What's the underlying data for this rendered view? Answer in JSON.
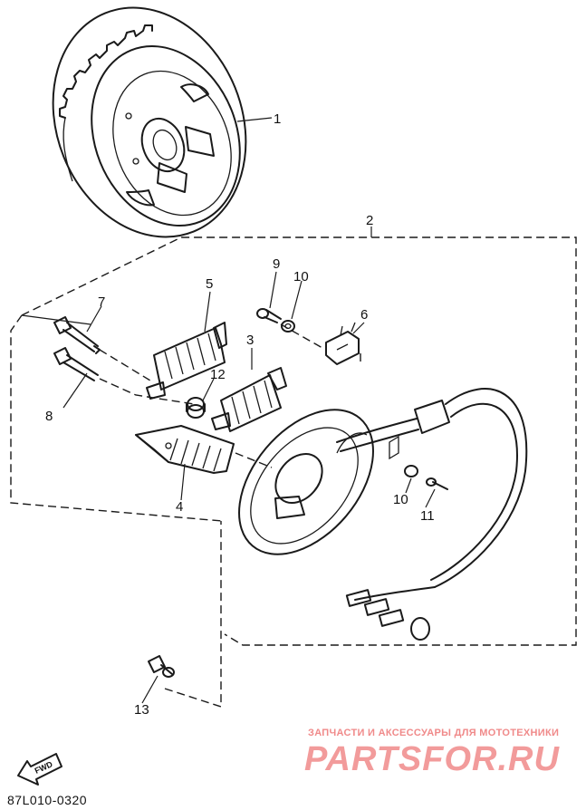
{
  "parts": {
    "p1": "1",
    "p2": "2",
    "p3": "3",
    "p4": "4",
    "p5": "5",
    "p6": "6",
    "p7": "7",
    "p8": "8",
    "p9": "9",
    "p10a": "10",
    "p10b": "10",
    "p11": "11",
    "p12": "12",
    "p13": "13"
  },
  "fwd_label": "FWD",
  "diagram_code": "87L010-0320",
  "watermark": {
    "caption": "ЗАПЧАСТИ И АКСЕССУАРЫ ДЛЯ МОТОТЕХНИКИ",
    "logo": "PARTSFOR.RU",
    "color": "#f08a8a"
  }
}
